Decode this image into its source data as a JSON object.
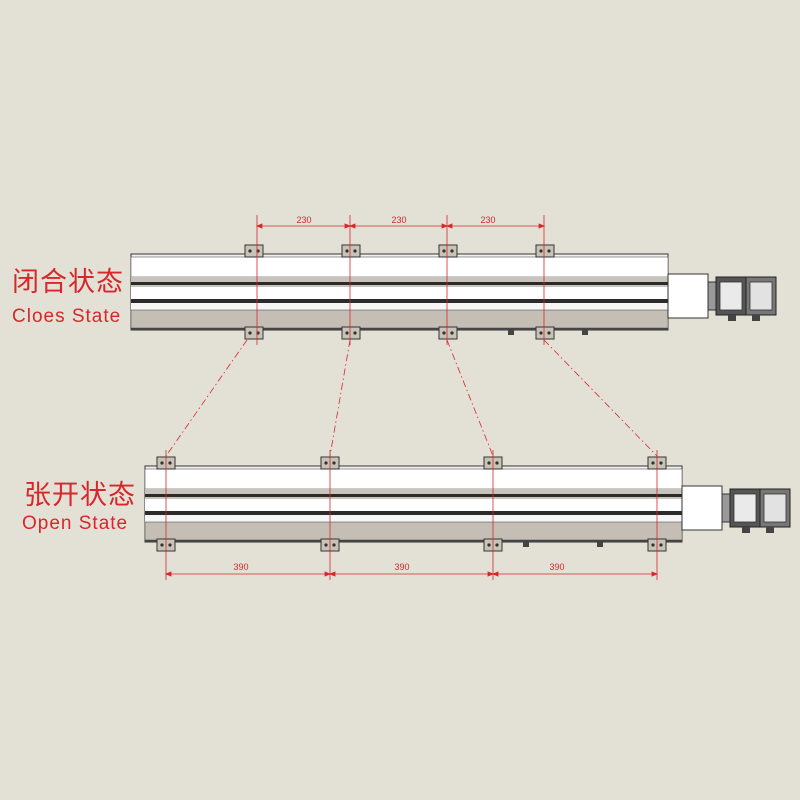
{
  "closed_state": {
    "label_cn": "闭合状态",
    "label_en": "Cloes State",
    "spacing_labels": [
      "230",
      "230",
      "230"
    ]
  },
  "open_state": {
    "label_cn": "张开状态",
    "label_en": "Open State",
    "spacing_labels": [
      "390",
      "390",
      "390"
    ]
  },
  "colors": {
    "background": "#e3e1d6",
    "annotation": "#d8262b",
    "rail_dark": "#2b2b2b",
    "rail_gray": "#c4beb5",
    "rail_light": "#f4f4f4"
  }
}
